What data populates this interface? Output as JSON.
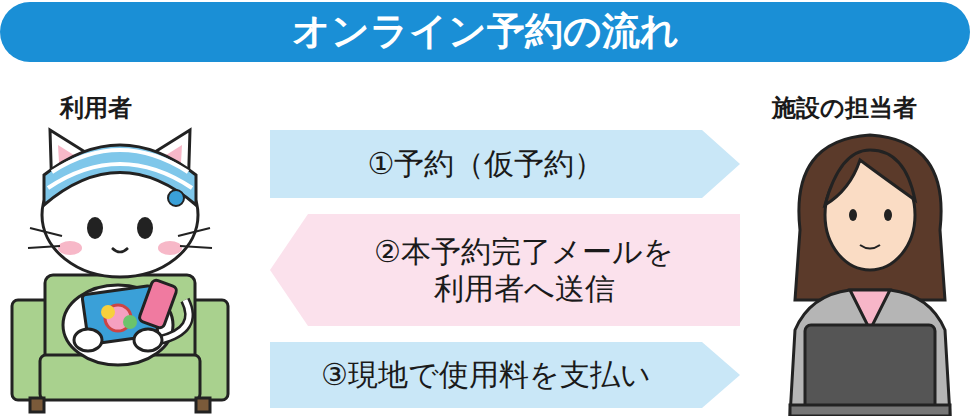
{
  "diagram": {
    "title": "オンライン予約の流れ",
    "nodes": [
      {
        "text": [
          "①予約（仮予約）"
        ]
      },
      {
        "text": [
          "②本予約完了メールを 利用者へ送信"
        ]
      },
      {
        "text": [
          "③現地で使用料を支払い"
        ]
      }
    ],
    "labels": [
      "利用者",
      "施設の担当者"
    ]
  }
}
